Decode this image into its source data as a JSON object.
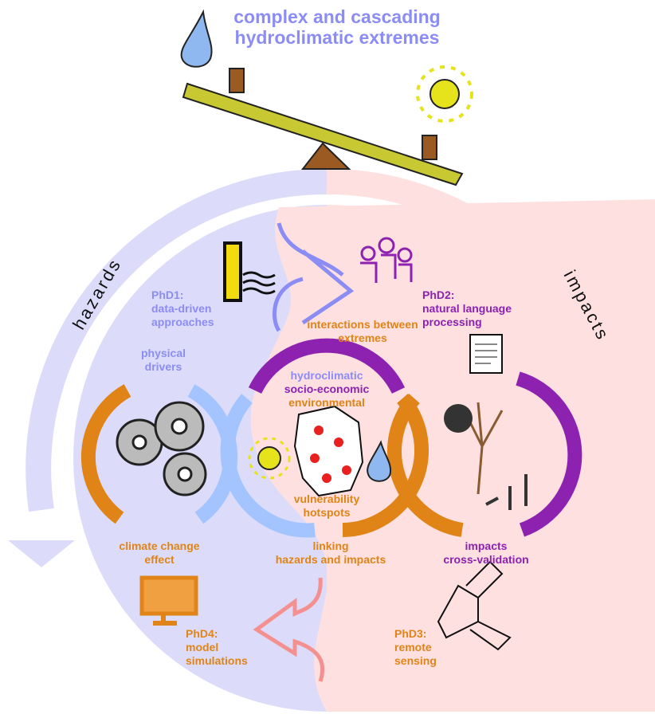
{
  "title": [
    "complex and cascading",
    "hydroclimatic extremes"
  ],
  "ring": {
    "left": "hazards",
    "right": "impacts"
  },
  "phd1": {
    "id": "PhD1:",
    "lines": [
      "data-driven",
      "approaches"
    ]
  },
  "phd2": {
    "id": "PhD2:",
    "lines": [
      "natural language",
      "processing"
    ]
  },
  "phd3": {
    "id": "PhD3:",
    "lines": [
      "remote",
      "sensing"
    ]
  },
  "phd4": {
    "id": "PhD4:",
    "lines": [
      "model",
      "simulations"
    ]
  },
  "interactions": [
    "interactions between",
    "extremes"
  ],
  "physical": [
    "physical",
    "drivers"
  ],
  "center": {
    "hydro": "hydroclimatic",
    "socio": "socio-economic",
    "env": "environmental"
  },
  "vulnerability": [
    "vulnerability",
    "hotspots"
  ],
  "climate": [
    "climate change",
    "effect"
  ],
  "linking": [
    "linking",
    "hazards and impacts"
  ],
  "impacts": [
    "impacts",
    "cross-validation"
  ],
  "colors": {
    "blue": "#8c8cf5",
    "orange": "#e08417",
    "purple": "#8e22b0",
    "hazardBg": "#dcdcfa",
    "impactBg": "#fde0df"
  }
}
